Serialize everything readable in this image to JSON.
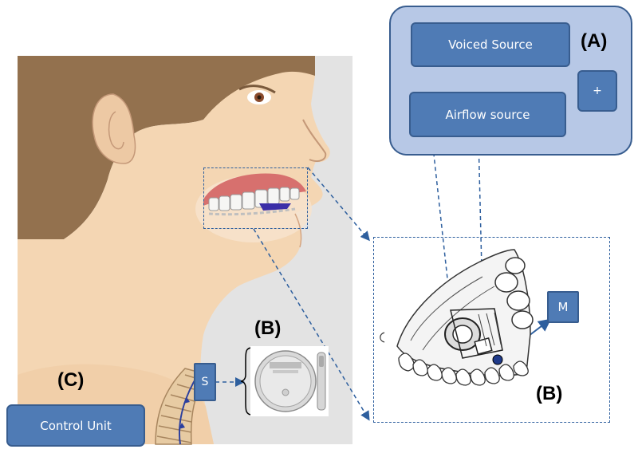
{
  "panel_a": {
    "label": "(A)",
    "voiced_source": "Voiced Source",
    "airflow_source": "Airflow source",
    "plus": "+"
  },
  "panel_b_top": {
    "label": "(B)"
  },
  "panel_b_bottom": {
    "label": "(B)",
    "m_label": "M"
  },
  "panel_c": {
    "label": "(C)",
    "control_unit": "Control Unit"
  },
  "sensor": {
    "s_label": "S"
  },
  "colors": {
    "box_fill": "#4f7bb5",
    "panel_fill": "#b7c8e6",
    "dash_line": "#2e5f9e"
  }
}
